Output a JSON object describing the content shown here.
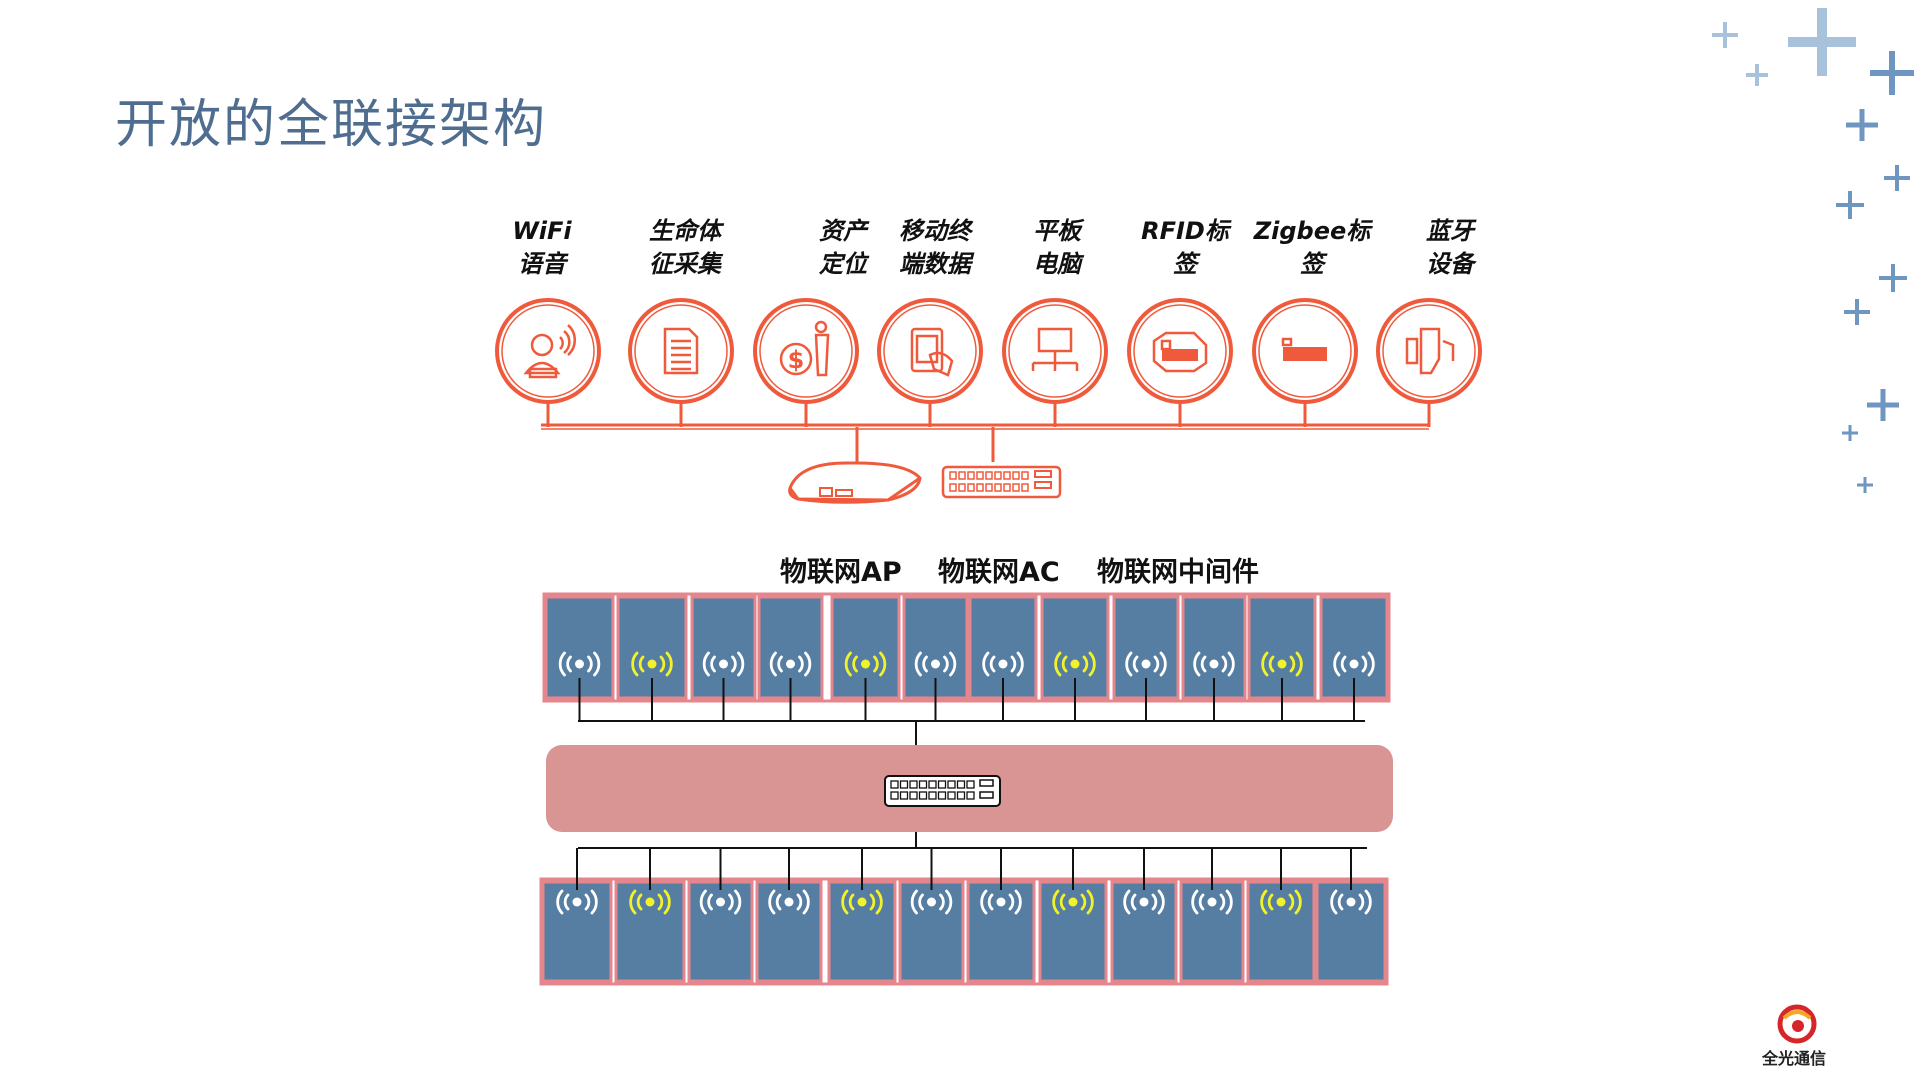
{
  "title": "开放的全联接架构",
  "devices": [
    {
      "line1": "WiFi",
      "line2": "语音",
      "icon": "headset-agent-icon"
    },
    {
      "line1": "生命体",
      "line2": "征采集",
      "icon": "document-icon"
    },
    {
      "line1": "资产",
      "line2": "定位",
      "icon": "dollar-person-icon"
    },
    {
      "line1": "移动终",
      "line2": "端数据",
      "icon": "tablet-touch-icon"
    },
    {
      "line1": "平板",
      "line2": "电脑",
      "icon": "network-computer-icon"
    },
    {
      "line1": "RFID标",
      "line2": "签",
      "icon": "rfid-tag-icon"
    },
    {
      "line1": "Zigbee标",
      "line2": "签",
      "icon": "zigbee-tag-icon"
    },
    {
      "line1": "蓝牙",
      "line2": "设备",
      "icon": "bluetooth-device-icon"
    }
  ],
  "network_labels": [
    "物联网AP",
    "物联网AC",
    "物联网中间件"
  ],
  "top_panel_signals": [
    "white",
    "yellow",
    "white",
    "white",
    "yellow",
    "white",
    "white",
    "yellow",
    "white",
    "white",
    "yellow",
    "white"
  ],
  "bottom_panel_signals": [
    "white",
    "yellow",
    "white",
    "white",
    "yellow",
    "white",
    "white",
    "yellow",
    "white",
    "white",
    "yellow",
    "white"
  ],
  "logo_text": "全光通信",
  "colors": {
    "title": "#4f6d8f",
    "device_accent": "#f05a3c",
    "panel_fill": "#567ea3",
    "panel_border": "#e5858c",
    "switch_band": "#d99494",
    "signal_white": "#ffffff",
    "signal_yellow": "#f2f22a",
    "plus_light": "#a9c2dc",
    "plus_dark": "#6f96c0"
  }
}
